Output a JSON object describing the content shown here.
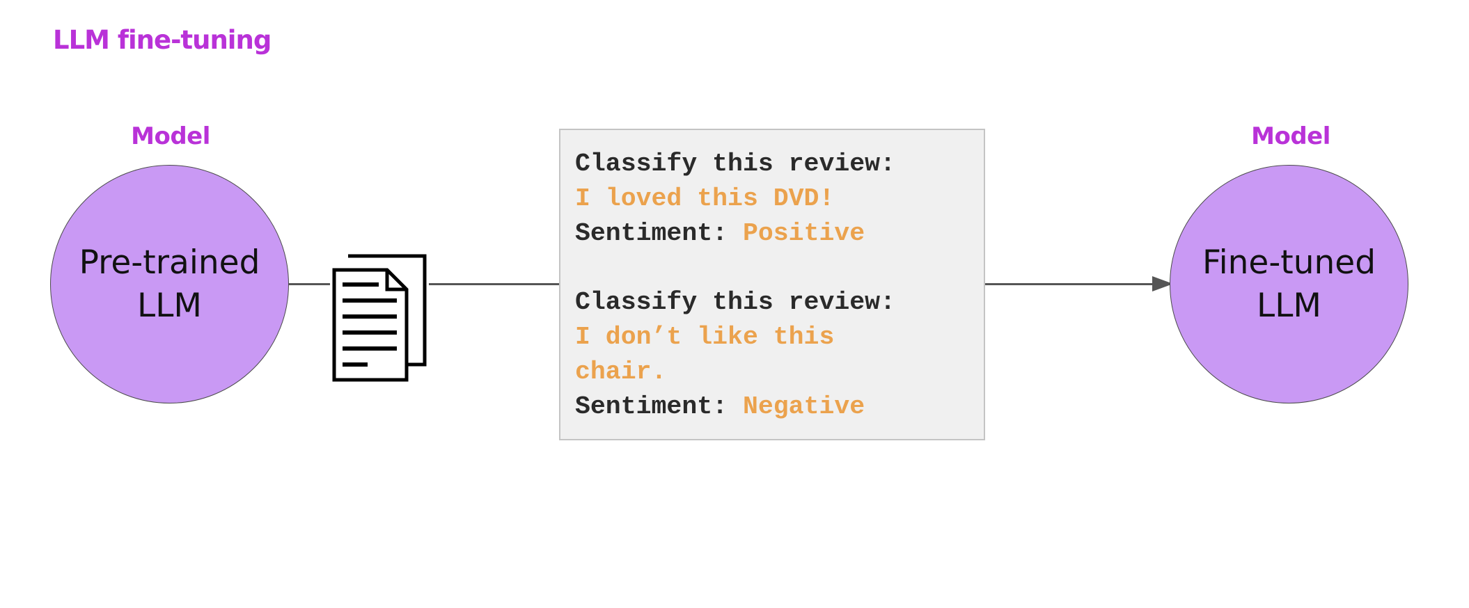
{
  "title": "LLM fine-tuning",
  "left_model": {
    "heading": "Model",
    "line1": "Pre-trained",
    "line2": "LLM"
  },
  "right_model": {
    "heading": "Model",
    "line1": "Fine-tuned",
    "line2": "LLM"
  },
  "examples": [
    {
      "instruction": "Classify this review:",
      "review_lines": [
        "I loved this DVD!"
      ],
      "sentiment_label": "Sentiment: ",
      "sentiment_value": "Positive"
    },
    {
      "instruction": "Classify this review:",
      "review_lines": [
        "I don’t like this",
        "chair."
      ],
      "sentiment_label": "Sentiment: ",
      "sentiment_value": "Negative"
    }
  ],
  "icons": {
    "documents": "documents-icon",
    "arrow": "arrow-right-icon"
  },
  "colors": {
    "title": "#b932d8",
    "circle_fill": "#c999f4",
    "highlight_text": "#eba24d",
    "box_fill": "#f0f0f0"
  }
}
